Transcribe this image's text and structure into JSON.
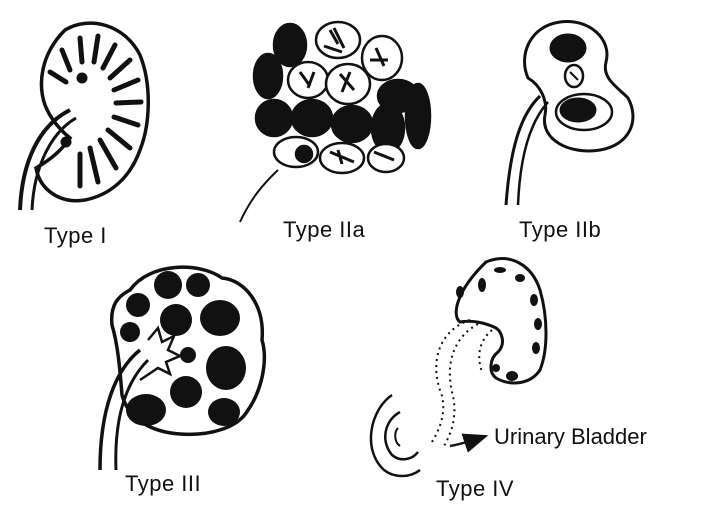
{
  "figure": {
    "captions": {
      "type_i": "Type I",
      "type_iia": "Type IIa",
      "type_iib": "Type IIb",
      "type_iii": "Type III",
      "type_iv": "Type IV"
    },
    "annotation": "Urinary Bladder",
    "colors": {
      "ink": "#111111",
      "background": "#ffffff"
    }
  }
}
